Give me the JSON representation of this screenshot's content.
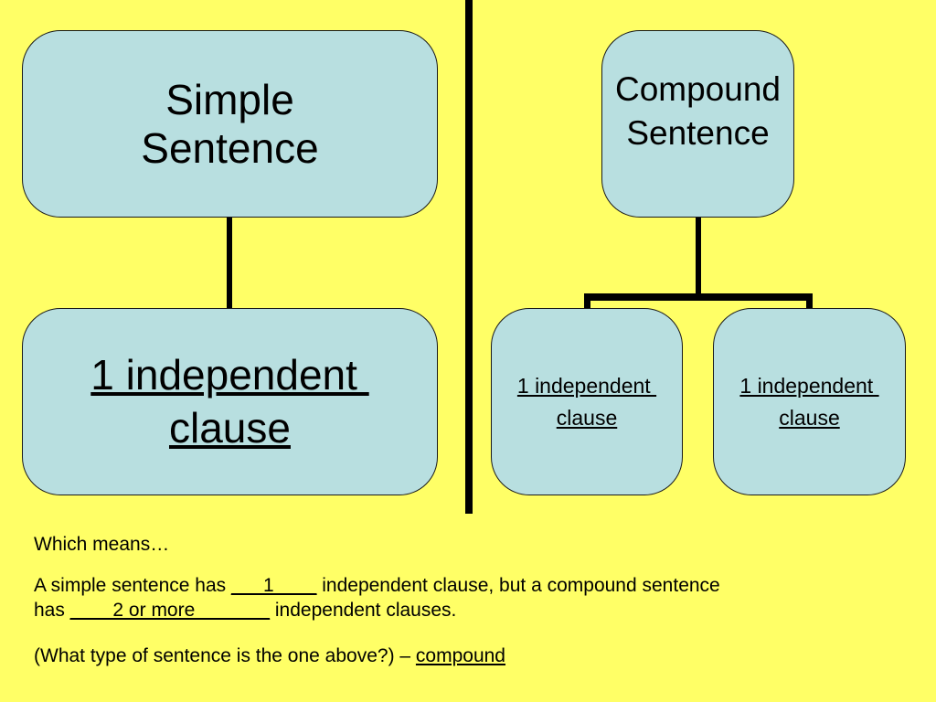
{
  "simple": {
    "title_line1": "Simple",
    "title_line2": "Sentence",
    "clause_line1": "1 independent ",
    "clause_line2": "clause"
  },
  "compound": {
    "title_line1": "Compound",
    "title_line2": "Sentence",
    "clause_a_line1": "1 independent ",
    "clause_a_line2": "clause",
    "clause_b_line1": "1 independent ",
    "clause_b_line2": "clause"
  },
  "notes": {
    "which_means": "Which means…",
    "line1_part1": "A simple sentence has ",
    "line1_blank": "___1____",
    "line1_part2": " independent clause, but a compound sentence",
    "line2_part1": "has ",
    "line2_blank": "____2 or more_______",
    "line2_part2": " independent clauses.",
    "question": "(What type of sentence is the one above?) – ",
    "answer": "compound"
  },
  "colors": {
    "background": "#ffff66",
    "box_fill": "#b8dfe0",
    "line": "#000000"
  }
}
